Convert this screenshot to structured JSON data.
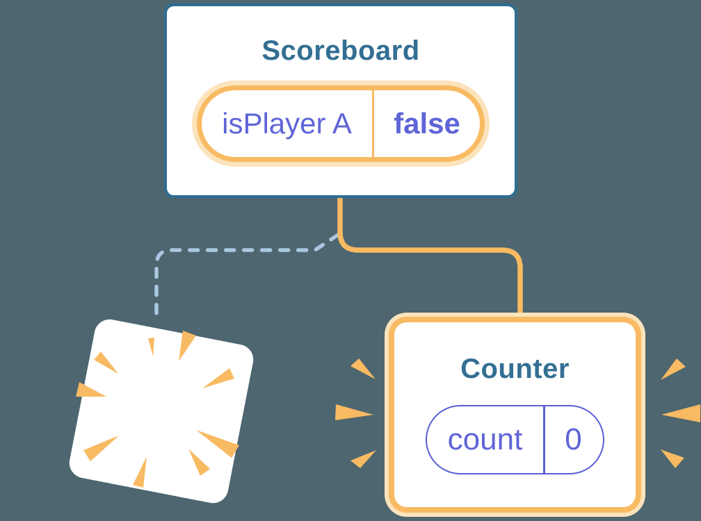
{
  "colors": {
    "background": "#4D6670",
    "card_bg": "#FFFFFF",
    "teal_border": "#2E6E93",
    "title_text": "#336F93",
    "orange": "#F8BA62",
    "orange_light": "#FBE3BB",
    "purple_text": "#5E64D7",
    "purple_border": "#575FD4",
    "dashed_blue": "#A9C7DF"
  },
  "scoreboard": {
    "title": "Scoreboard",
    "state": {
      "label": "isPlayer A",
      "value": "false"
    }
  },
  "counter": {
    "title": "Counter",
    "state": {
      "label": "count",
      "value": "0"
    }
  },
  "icons": {
    "sparkles": "sparkles-icon",
    "burst": "burst-explosion-icon",
    "emphasis": "emphasis-rays-icon"
  }
}
